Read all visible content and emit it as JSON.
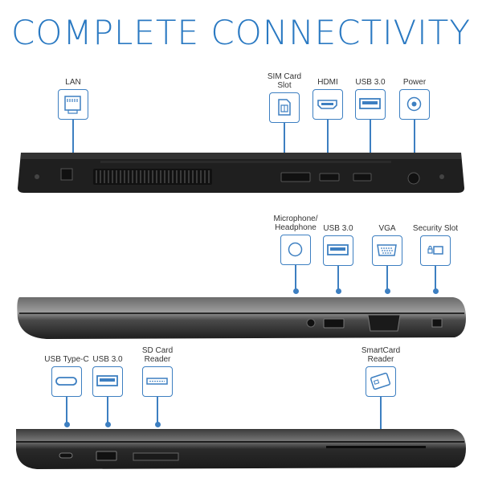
{
  "headline": "COMPLETE CONNECTIVITY",
  "back_view": {
    "ports": [
      {
        "label": "LAN",
        "icon": "lan-icon"
      },
      {
        "label": "SIM Card\nSlot",
        "icon": "sim-card-icon"
      },
      {
        "label": "HDMI",
        "icon": "hdmi-icon"
      },
      {
        "label": "USB 3.0",
        "icon": "usb-icon"
      },
      {
        "label": "Power",
        "icon": "power-icon"
      }
    ]
  },
  "right_view": {
    "ports": [
      {
        "label": "Microphone/\nHeadphone",
        "icon": "audio-jack-icon"
      },
      {
        "label": "USB 3.0",
        "icon": "usb-icon"
      },
      {
        "label": "VGA",
        "icon": "vga-icon"
      },
      {
        "label": "Security Slot",
        "icon": "lock-slot-icon"
      }
    ]
  },
  "left_view": {
    "ports": [
      {
        "label": "USB Type-C",
        "icon": "usb-c-icon"
      },
      {
        "label": "USB 3.0",
        "icon": "usb-icon"
      },
      {
        "label": "SD Card\nReader",
        "icon": "sd-card-icon"
      },
      {
        "label": "SmartCard\nReader",
        "icon": "smartcard-icon"
      }
    ]
  },
  "colors": {
    "accent": "#2a79c2",
    "laptop_body": "#2b2b2b"
  }
}
